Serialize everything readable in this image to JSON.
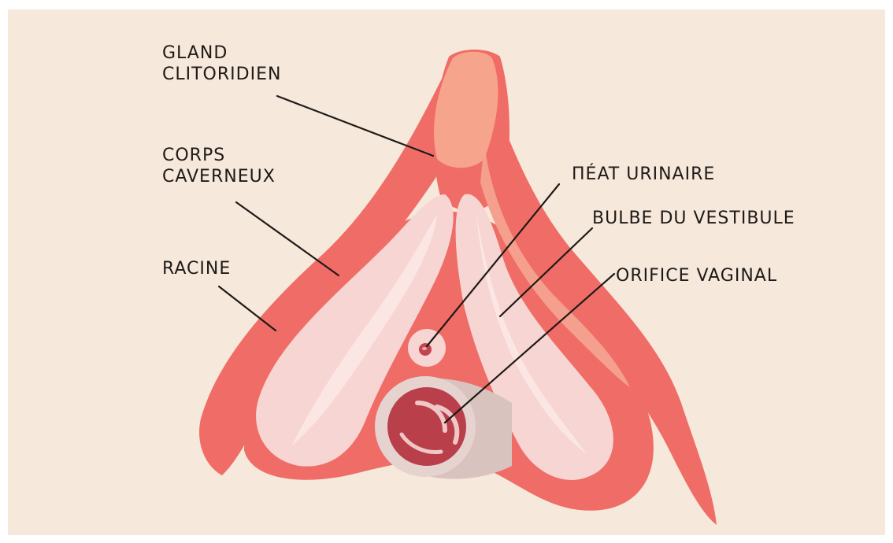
{
  "colors": {
    "background": "#f6e8da",
    "frame": "#ffffff",
    "outer_body": "#ef6d66",
    "outer_body_light": "#f58a7b",
    "bulb": "#f7d5d2",
    "bulb_light": "#fbe3e1",
    "glans": "#f7a48d",
    "vaginal_wall": "#d9c3bf",
    "vaginal_inner": "#b9404a",
    "text": "#1e1a18"
  },
  "labels": {
    "gland_line1": "GLAND",
    "gland_line2": "CLITORIDIEN",
    "corps_line1": "CORPS",
    "corps_line2": "CAVERNEUX",
    "racine": "RACINE",
    "meat": "ΠÉAT URINAIRE",
    "bulbe": "BULBE DU VESTIBULE",
    "orifice": "ORIFICE VAGINAL"
  }
}
